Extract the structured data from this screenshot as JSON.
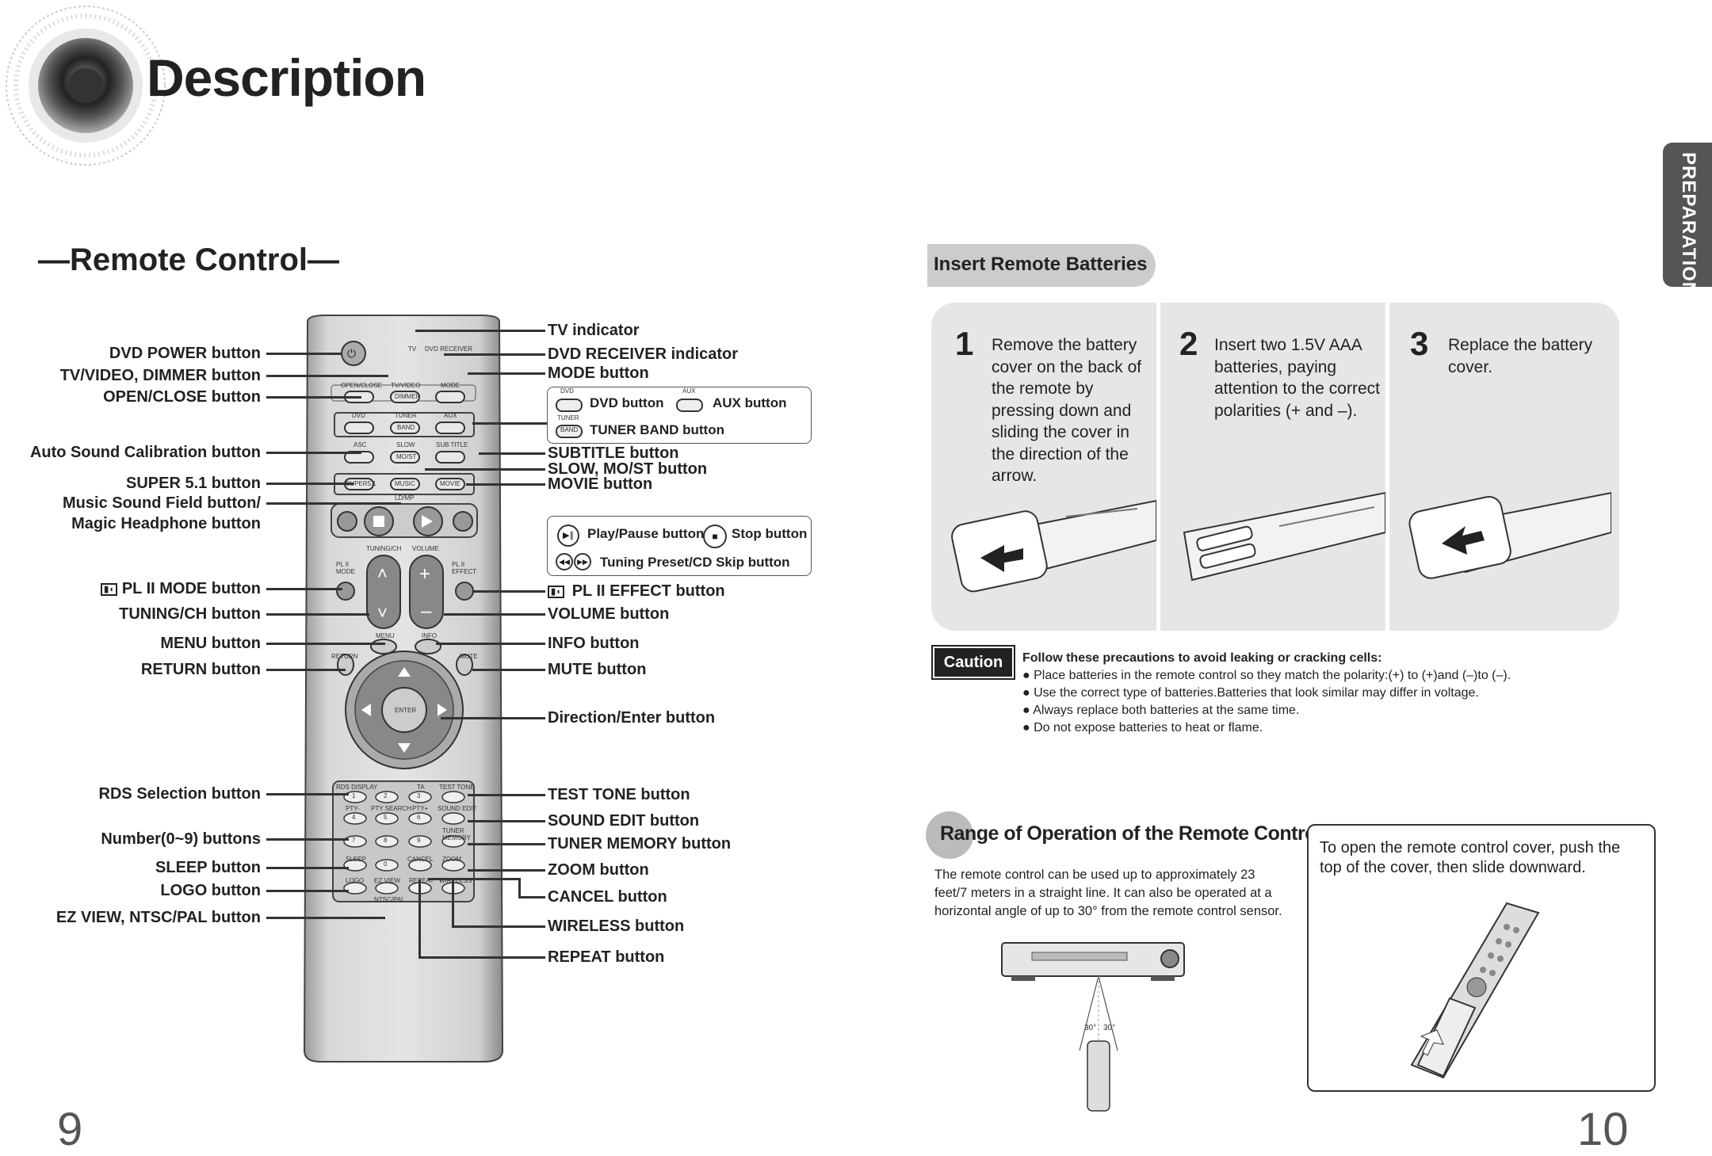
{
  "header": {
    "title": "Description"
  },
  "side_tab": {
    "label": "PREPARATION"
  },
  "remote_section": {
    "title": "—Remote Control—",
    "left_labels": [
      "DVD POWER button",
      "TV/VIDEO, DIMMER button",
      "OPEN/CLOSE button",
      "Auto Sound Calibration button",
      "SUPER 5.1 button",
      "Music Sound Field button/",
      "Magic Headphone button",
      "PL II MODE button",
      "TUNING/CH button",
      "MENU button",
      "RETURN button",
      "RDS Selection button",
      "Number(0~9) buttons",
      "SLEEP button",
      "LOGO button",
      "EZ VIEW, NTSC/PAL button"
    ],
    "right_labels": [
      "TV indicator",
      "DVD RECEIVER indicator",
      "MODE button",
      "SUBTITLE button",
      "SLOW, MO/ST button",
      "MOVIE button",
      "PL II EFFECT button",
      "VOLUME button",
      "INFO button",
      "MUTE button",
      "Direction/Enter button",
      "TEST TONE button",
      "SOUND EDIT button",
      "TUNER MEMORY button",
      "ZOOM button",
      "CANCEL button",
      "WIRELESS button",
      "REPEAT button"
    ],
    "callout_mode": {
      "dvd": "DVD button",
      "aux": "AUX button",
      "tuner": "TUNER BAND button",
      "dvd_tag": "DVD",
      "aux_tag": "AUX",
      "tuner_tag": "TUNER",
      "band_tag": "BAND"
    },
    "callout_play": {
      "play": "Play/Pause button",
      "stop": "Stop button",
      "skip": "Tuning Preset/CD Skip button"
    },
    "remote_key_labels": {
      "tv": "TV",
      "dvd_receiver": "DVD RECEIVER",
      "open_close": "OPEN/CLOSE",
      "tv_video": "TV/VIDEO",
      "mode": "MODE",
      "dimmer": "DIMMER",
      "dvd": "DVD",
      "tuner": "TUNER",
      "aux": "AUX",
      "band": "BAND",
      "asc": "ASC",
      "slow": "SLOW",
      "subtitle": "SUB TITLE",
      "most": "MO/ST",
      "super51": "SUPER5.1",
      "music": "MUSIC",
      "movie": "MOVIE",
      "ldmp": "LD/MP",
      "tuning_ch": "TUNING/CH",
      "volume": "VOLUME",
      "pl2_mode": "PL II MODE",
      "pl2_effect": "PL II EFFECT",
      "menu": "MENU",
      "info": "INFO",
      "return": "RETURN",
      "mute": "MUTE",
      "enter": "ENTER",
      "rds_display": "RDS DISPLAY",
      "ta": "TA",
      "test_tone": "TEST TONE",
      "pty_minus": "PTY-",
      "pty_search": "PTY SEARCH",
      "pty_plus": "PTY+",
      "sound_edit": "SOUND EDIT",
      "tuner_memory": "TUNER MEMORY",
      "sleep": "SLEEP",
      "cancel": "CANCEL",
      "zoom": "ZOOM",
      "logo": "LOGO",
      "ez_view": "EZ VIEW",
      "repeat": "REPEAT",
      "wireless": "WIRELESS",
      "ntsc_pal": "NTSC/PAL",
      "digits": [
        "1",
        "2",
        "3",
        "4",
        "5",
        "6",
        "7",
        "8",
        "9",
        "0"
      ]
    }
  },
  "batteries": {
    "title": "Insert Remote Batteries",
    "steps": [
      {
        "num": "1",
        "text": "Remove the battery cover on the back of the remote by pressing down and sliding the cover in the direction of the arrow."
      },
      {
        "num": "2",
        "text": "Insert two 1.5V AAA batteries, paying attention to the correct polarities (+ and –)."
      },
      {
        "num": "3",
        "text": "Replace the battery cover."
      }
    ]
  },
  "caution": {
    "badge": "Caution",
    "heading": "Follow these precautions to avoid leaking or cracking cells:",
    "items": [
      "Place batteries in the remote control so they match the polarity:(+) to (+)and (–)to (–).",
      "Use the correct type of batteries.Batteries that look similar may differ in voltage.",
      "Always replace both batteries at the same time.",
      "Do not expose batteries to heat or flame."
    ]
  },
  "range": {
    "title": "Range of Operation of the Remote Control",
    "text": "The remote control can be used up to approximately 23 feet/7 meters in a straight line. It can also be operated at a horizontal angle of up to 30° from the remote control sensor.",
    "angle_left": "30°",
    "angle_right": "30°"
  },
  "cover_box": {
    "text": "To open the remote control cover, push the top of the cover, then slide downward."
  },
  "page_numbers": {
    "left": "9",
    "right": "10"
  }
}
